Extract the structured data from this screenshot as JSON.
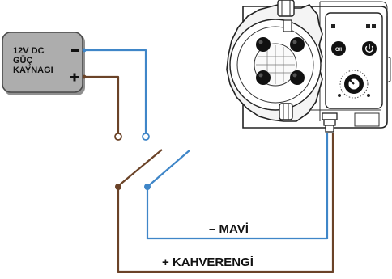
{
  "power_supply": {
    "line1": "12V DC",
    "line2": "GÜÇ",
    "line3": "KAYNAGI",
    "minus_symbol": "–",
    "plus_symbol": "+"
  },
  "labels": {
    "blue_wire": "– MAVİ",
    "brown_wire": "+ KAHVERENGİ"
  },
  "colors": {
    "blue_wire": "#3f86c8",
    "brown_wire": "#6b4328",
    "psu_fill": "#a9a9a9"
  },
  "pump": {
    "button_left": "O/I",
    "button_right": "power-icon"
  }
}
